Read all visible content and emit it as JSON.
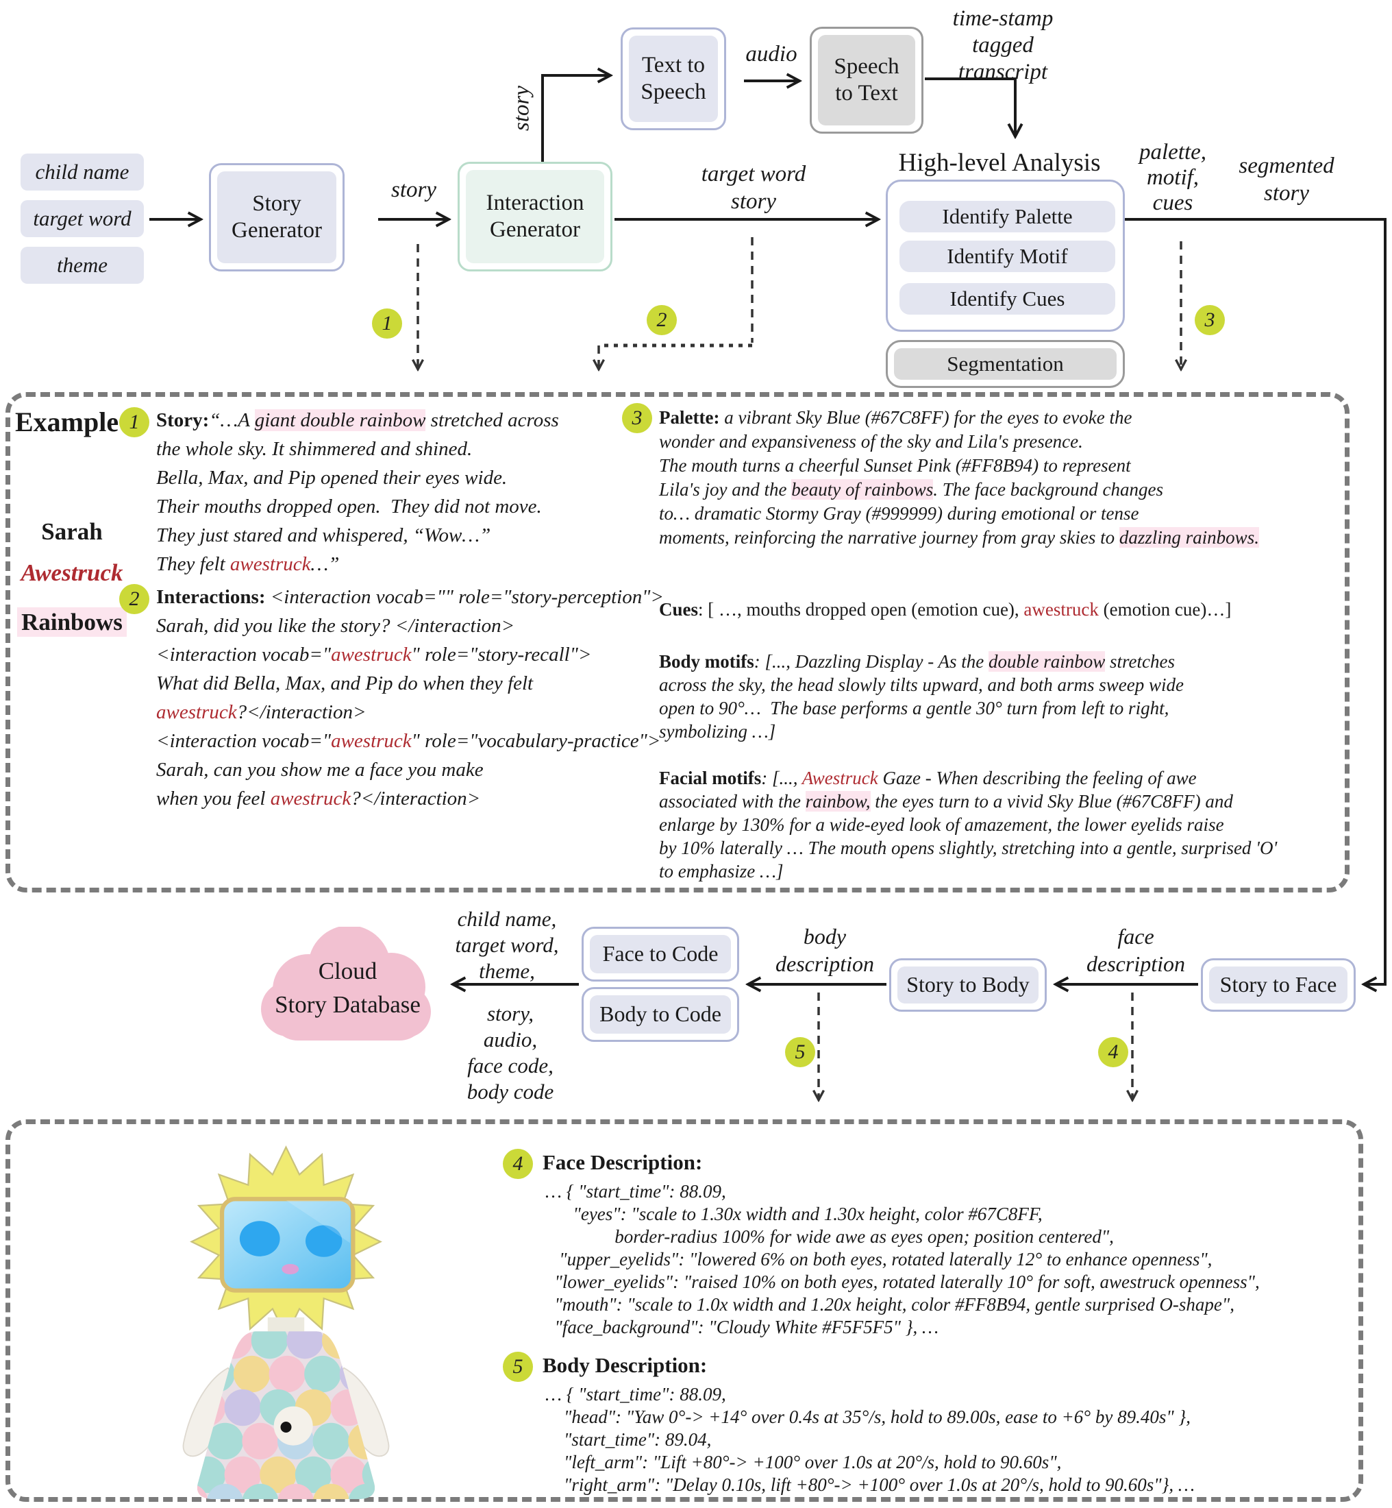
{
  "nums": [
    "1",
    "2",
    "3",
    "4",
    "5"
  ],
  "top": {
    "inputs": [
      "child name",
      "target word",
      "theme"
    ],
    "story_generator": "Story\nGenerator",
    "interaction_generator": "Interaction\nGenerator",
    "text_to_speech": "Text to\nSpeech",
    "speech_to_text": "Speech\nto Text",
    "hla_title": "High-level Analysis",
    "hla_items": [
      "Identify Palette",
      "Identify Motif",
      "Identify Cues"
    ],
    "segmentation": "Segmentation",
    "lbl_story": "story",
    "lbl_story_vert": "story",
    "lbl_audio": "audio",
    "lbl_transcript": "time-stamp\ntagged\ntranscript",
    "lbl_target_word_story": "target word\nstory",
    "lbl_palette_motif_cues": "palette,\nmotif,\ncues",
    "lbl_segmented_story": "segmented\nstory"
  },
  "ex1": {
    "title": "Example",
    "vocab": {
      "name": "Sarah",
      "word": "Awestruck",
      "theme": "Rainbows"
    },
    "story_lines": [
      [
        [
          "b",
          "Story:"
        ],
        [
          "i",
          "“…A "
        ],
        [
          "hl",
          "giant double rainbow"
        ],
        [
          "i",
          " stretched across"
        ]
      ],
      [
        [
          "i",
          "the whole sky. It shimmered and shined."
        ]
      ],
      [
        [
          "i",
          "Bella, Max, and Pip opened their eyes wide."
        ]
      ],
      [
        [
          "i",
          "Their mouths dropped open.  They did not move."
        ]
      ],
      [
        [
          "i",
          "They just stared and whispered, “Wow…”"
        ]
      ],
      [
        [
          "i",
          "They felt "
        ],
        [
          "red",
          "awestruck"
        ],
        [
          "i",
          "…”"
        ]
      ]
    ],
    "interaction_lines": [
      [
        [
          "b",
          "Interactions: "
        ],
        [
          "i",
          "<interaction vocab=\"\" role=\"story-perception\">"
        ]
      ],
      [
        [
          "i",
          "Sarah, did you like the story? </interaction>"
        ]
      ],
      [
        [
          "i",
          "<interaction vocab=\""
        ],
        [
          "red",
          "awestruck"
        ],
        [
          "i",
          "\" role=\"story-recall\">"
        ]
      ],
      [
        [
          "i",
          "What did Bella, Max, and Pip do when they felt"
        ]
      ],
      [
        [
          "red",
          "awestruck"
        ],
        [
          "i",
          "?</interaction>"
        ]
      ],
      [
        [
          "i",
          "<interaction vocab=\""
        ],
        [
          "red",
          "awestruck"
        ],
        [
          "i",
          "\" role=\"vocabulary-practice\">"
        ]
      ],
      [
        [
          "i",
          "Sarah, can you show me a face you make"
        ]
      ],
      [
        [
          "i",
          "when you feel "
        ],
        [
          "red",
          "awestruck"
        ],
        [
          "i",
          "?</interaction>"
        ]
      ]
    ],
    "palette_lines": [
      [
        [
          "b",
          "Palette: "
        ],
        [
          "i",
          "a vibrant Sky Blue (#67C8FF) for the eyes to evoke the"
        ]
      ],
      [
        [
          "i",
          "wonder and expansiveness of the sky and Lila's presence."
        ]
      ],
      [
        [
          "i",
          "The mouth turns a cheerful Sunset Pink (#FF8B94) to represent"
        ]
      ],
      [
        [
          "i",
          "Lila's joy and the "
        ],
        [
          "hl",
          "beauty of rainbows"
        ],
        [
          "i",
          ". The face background changes"
        ]
      ],
      [
        [
          "i",
          "to… dramatic Stormy Gray (#999999) during emotional or tense"
        ]
      ],
      [
        [
          "i",
          "moments, reinforcing the narrative journey from gray skies to "
        ],
        [
          "hl",
          "dazzling rainbows."
        ]
      ]
    ],
    "cues_lines": [
      [
        [
          "b",
          "Cues"
        ],
        [
          "r",
          ": [ …, mouths dropped open (emotion cue), "
        ],
        [
          "rr",
          "awestruck"
        ],
        [
          "r",
          " (emotion cue)…]"
        ]
      ]
    ],
    "body_motif_lines": [
      [
        [
          "b",
          "Body motifs"
        ],
        [
          "i",
          ": [..., Dazzling Display - As the "
        ],
        [
          "hl",
          "double rainbow"
        ],
        [
          "i",
          " stretches"
        ]
      ],
      [
        [
          "i",
          "across the sky, the head slowly tilts upward, and both arms sweep wide"
        ]
      ],
      [
        [
          "i",
          "open to 90°…  The base performs a gentle 30° turn from left to right,"
        ]
      ],
      [
        [
          "i",
          "symbolizing …]"
        ]
      ]
    ],
    "facial_motif_lines": [
      [
        [
          "b",
          "Facial motifs"
        ],
        [
          "i",
          ": [..., "
        ],
        [
          "red",
          "Awestruck"
        ],
        [
          "i",
          " Gaze - When describing the feeling of awe"
        ]
      ],
      [
        [
          "i",
          "associated with the "
        ],
        [
          "hl",
          "rainbow,"
        ],
        [
          "i",
          " the eyes turn to a vivid Sky Blue (#67C8FF) and"
        ]
      ],
      [
        [
          "i",
          "enlarge by 130% for a wide-eyed look of amazement, the lower eyelids raise"
        ]
      ],
      [
        [
          "i",
          "by 10% laterally … The mouth opens slightly, stretching into a gentle, surprised 'O'"
        ]
      ],
      [
        [
          "i",
          "to emphasize …]"
        ]
      ]
    ]
  },
  "bottom": {
    "cloud": "Cloud\nStory Database",
    "face_to_code": "Face to Code",
    "body_to_code": "Body to Code",
    "story_to_body": "Story to Body",
    "story_to_face": "Story to Face",
    "lbl_in": "child name,\ntarget word,\ntheme,",
    "lbl_out": "story,\naudio,\nface code,\nbody code",
    "lbl_body_desc": "body\ndescription",
    "lbl_face_desc": "face\ndescription"
  },
  "ex2": {
    "face_title": "Face Description:",
    "face_lines": [
      "… { \"start_time\": 88.09,",
      "      \"eyes\": \"scale to 1.30x width and 1.30x height, color #67C8FF,",
      "               border-radius 100% for wide awe as eyes open; position centered\",",
      "   \"upper_eyelids\": \"lowered 6% on both eyes, rotated laterally 12° to enhance openness\",",
      "  \"lower_eyelids\": \"raised 10% on both eyes, rotated laterally 10° for soft, awestruck openness\",",
      "  \"mouth\": \"scale to 1.0x width and 1.20x height, color #FF8B94, gentle surprised O-shape\",",
      "  \"face_background\": \"Cloudy White #F5F5F5\" }, …"
    ],
    "body_title": "Body Description:",
    "body_lines": [
      "… { \"start_time\": 88.09,",
      "    \"head\": \"Yaw 0°-> +14° over 0.4s at 35°/s, hold to 89.00s, ease to +6° by 89.40s\" },",
      "    \"start_time\": 89.04,",
      "    \"left_arm\": \"Lift +80°-> +100° over 1.0s at 20°/s, hold to 90.60s\",",
      "    \"right_arm\": \"Delay 0.10s, lift +80°-> +100° over 1.0s at 20°/s, hold to 90.60s\"}, …"
    ]
  },
  "colors": {
    "accent_circle": "#cbd938",
    "vocab_red": "#ae2b31",
    "highlight_pink": "#fce5ee",
    "cloud_pink": "#f2c1d1",
    "node_lavender": "#e3e5f0",
    "node_green": "#e9f3ee",
    "node_gray": "#dbdbdb",
    "sky_blue": "#67C8FF",
    "sunset_pink": "#FF8B94",
    "stormy_gray": "#999999",
    "cloudy_white": "#F5F5F5"
  }
}
